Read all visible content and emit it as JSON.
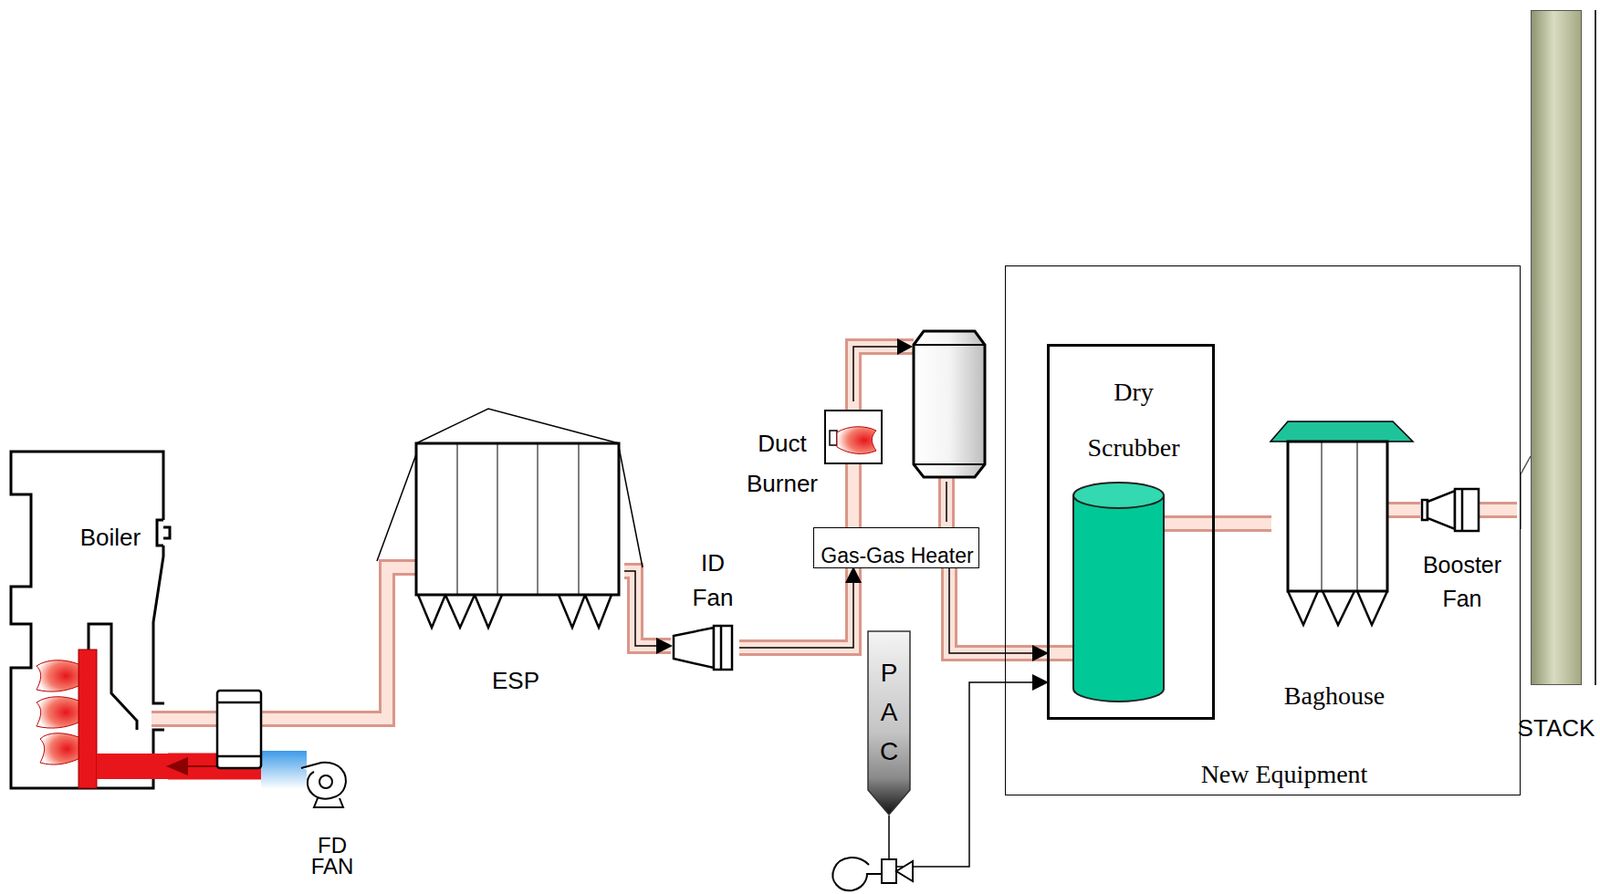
{
  "diagram": {
    "nodes": [
      {
        "text": [
          "Boiler"
        ]
      },
      {
        "text": [
          "FD FAN"
        ]
      },
      {
        "text": [
          "ESP"
        ]
      },
      {
        "text": [
          "ID Fan"
        ]
      },
      {
        "text": [
          "Duct Burner"
        ]
      },
      {
        "text": [
          "Gas-Gas Heater"
        ]
      },
      {
        "text": [
          "PAC"
        ]
      },
      {
        "text": [
          "New Equipment"
        ]
      },
      {
        "text": [
          "Dry Scrubber"
        ],
        "in": 7
      },
      {
        "text": [
          "Baghouse"
        ],
        "in": 7
      },
      {
        "text": [
          "Booster Fan"
        ]
      },
      {
        "text": [
          "STACK"
        ]
      }
    ],
    "edges": [
      {
        "from": 1,
        "to": 0,
        "arrow": "to"
      },
      {
        "from": 0,
        "to": 2,
        "arrow": "none"
      },
      {
        "from": 2,
        "to": 3,
        "arrow": "to"
      },
      {
        "from": 3,
        "to": 5,
        "arrow": "to"
      },
      {
        "from": 5,
        "to": 4,
        "arrow": "none"
      },
      {
        "from": 5,
        "to": 8,
        "arrow": "to"
      },
      {
        "from": 6,
        "to": 8,
        "arrow": "to"
      },
      {
        "from": 8,
        "to": 9,
        "arrow": "none"
      },
      {
        "from": 9,
        "to": 10,
        "arrow": "none"
      },
      {
        "from": 10,
        "to": 11,
        "arrow": "none"
      }
    ]
  }
}
